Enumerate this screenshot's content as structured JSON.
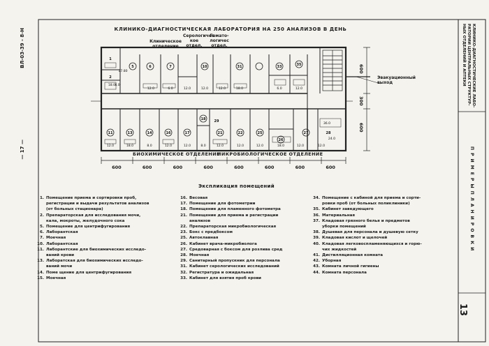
{
  "title": "КЛИНИКО-ДИАГНОСТИЧЕСКАЯ ЛАБОРАТОРИЯ НА 250 АНАЛИЗОВ В ДЕНЬ",
  "top_departments": {
    "clinical": "Клиническое\nотделение",
    "sero": "Серологичес\nкое\nотдел.",
    "hemato": "Гемато-\nлогичес\nотдел."
  },
  "bottom_departments": {
    "biochem": "БИОХИМИЧЕСКОЕ  ОТДЕЛЕНИЕ",
    "micro": "МИКРОБИОЛОГИЧЕСКОЕ  ОТДЕЛЕНИЕ"
  },
  "exit_label": "Эвакуационный\nвыход",
  "dimensions": {
    "bottom": [
      "600",
      "600",
      "600",
      "600",
      "600",
      "600",
      "600",
      "600"
    ],
    "right": [
      "600",
      "300",
      "600"
    ]
  },
  "side_left": "ВЛ-03-39 - 8-Н",
  "side_left2": "— 17 —",
  "side_right_title": "КЛИНИКО-ДИАГНОСТИЧЕСКИЕ ЛАБО-\nРАТОРИИ ЦЕНТРАЛЬНЫХ СТРУКТУР-\nНЫХ ОТДЕЛЕНИЙ И АПТЕКИ",
  "side_right_mid": "П Р И М Е Р Ы   П Л А Н И Р О В К И",
  "page_number": "13",
  "explication_title": "Экспликация помещений",
  "columns": [
    [
      {
        "n": "1.",
        "t": "Помещение приема и сортировки проб,\nрегистрации и выдачи результатов анализов\n(от больных стационара)"
      },
      {
        "n": "2.",
        "t": "Препараторская для исследования мочи,\nкала, мокроты, желудочного сока"
      },
      {
        "n": "5.",
        "t": "Помещение для центрифугирования"
      },
      {
        "n": "6.",
        "t": "Лаборантская"
      },
      {
        "n": "7.",
        "t": "Моечная"
      },
      {
        "n": "10.",
        "t": "Лаборантская"
      },
      {
        "n": "11.",
        "t": "Лаборантские для биохимических исследо-\nваний крови"
      },
      {
        "n": "13.",
        "t": "Лаборатская для биохимических исследо-\nваний мочи"
      },
      {
        "n": "14.",
        "t": "Поме щение для центрифугирования"
      },
      {
        "n": "15.",
        "t": "Моечная"
      }
    ],
    [
      {
        "n": "16.",
        "t": "Весовая"
      },
      {
        "n": "17.",
        "t": "Помещение для фотометрии"
      },
      {
        "n": "18.",
        "t": "Помещение для пламенного фотометра"
      },
      {
        "n": "21.",
        "t": "Помещение для приема и регистрации\nанализов"
      },
      {
        "n": "22.",
        "t": "Препараторская микробиологическая"
      },
      {
        "n": "23.",
        "t": "Бокс с предбоксом"
      },
      {
        "n": "25.",
        "t": "Автоклавная"
      },
      {
        "n": "26.",
        "t": "Кабинет врача-микробиолога"
      },
      {
        "n": "27.",
        "t": "Средоварная с боксом для розлива сред"
      },
      {
        "n": "28.",
        "t": "Моечная"
      },
      {
        "n": "29.",
        "t": "Санитарный пропускник для персонала"
      },
      {
        "n": "31.",
        "t": "Кабинет серологических исследований"
      },
      {
        "n": "32.",
        "t": "Регистратура и ожидальная"
      },
      {
        "n": "33.",
        "t": "Кабинет для взятия проб крови"
      }
    ],
    [
      {
        "n": "34.",
        "t": "Помещение с кабиной для приема и сорти-\nровки проб (от больных поликлиники)"
      },
      {
        "n": "35.",
        "t": "Кабинет заведующего"
      },
      {
        "n": "36.",
        "t": "Материальная"
      },
      {
        "n": "37.",
        "t": "Кладовая грязного белья и предметов\nуборки помещений"
      },
      {
        "n": "38.",
        "t": "Душевая для персонала и душевую сетку"
      },
      {
        "n": "39.",
        "t": "Кладовая кислот и щелочей"
      },
      {
        "n": "40.",
        "t": "Кладовая легковоспламеняющихся и горю-\nчих жидкостей"
      },
      {
        "n": "41.",
        "t": "Дистилляционная комната"
      },
      {
        "n": "42.",
        "t": "Уборная"
      },
      {
        "n": "43.",
        "t": "Комната личной гигиены"
      },
      {
        "n": "44.",
        "t": "Комната персонала"
      }
    ]
  ],
  "room_numbers_top": [
    "1",
    "2",
    "5",
    "6",
    "7",
    "10",
    "31",
    "33",
    "35"
  ],
  "room_areas_top": [
    "17.80",
    "18.0",
    "6.0",
    "12.0",
    "6.0",
    "12.0",
    "12.0",
    "12.0",
    "18.0",
    "6.0",
    "12.0"
  ],
  "room_numbers_bottom": [
    "11",
    "13",
    "14",
    "16",
    "17",
    "18",
    "21",
    "22",
    "25",
    "26",
    "27",
    "28",
    "29"
  ],
  "room_areas_bottom": [
    "12.0",
    "18.0",
    "8.0",
    "12.0",
    "12.0",
    "8.0",
    "12.0",
    "12.0",
    "12.0",
    "18.0",
    "12.0",
    "12.0",
    "24.0",
    "36.0"
  ]
}
